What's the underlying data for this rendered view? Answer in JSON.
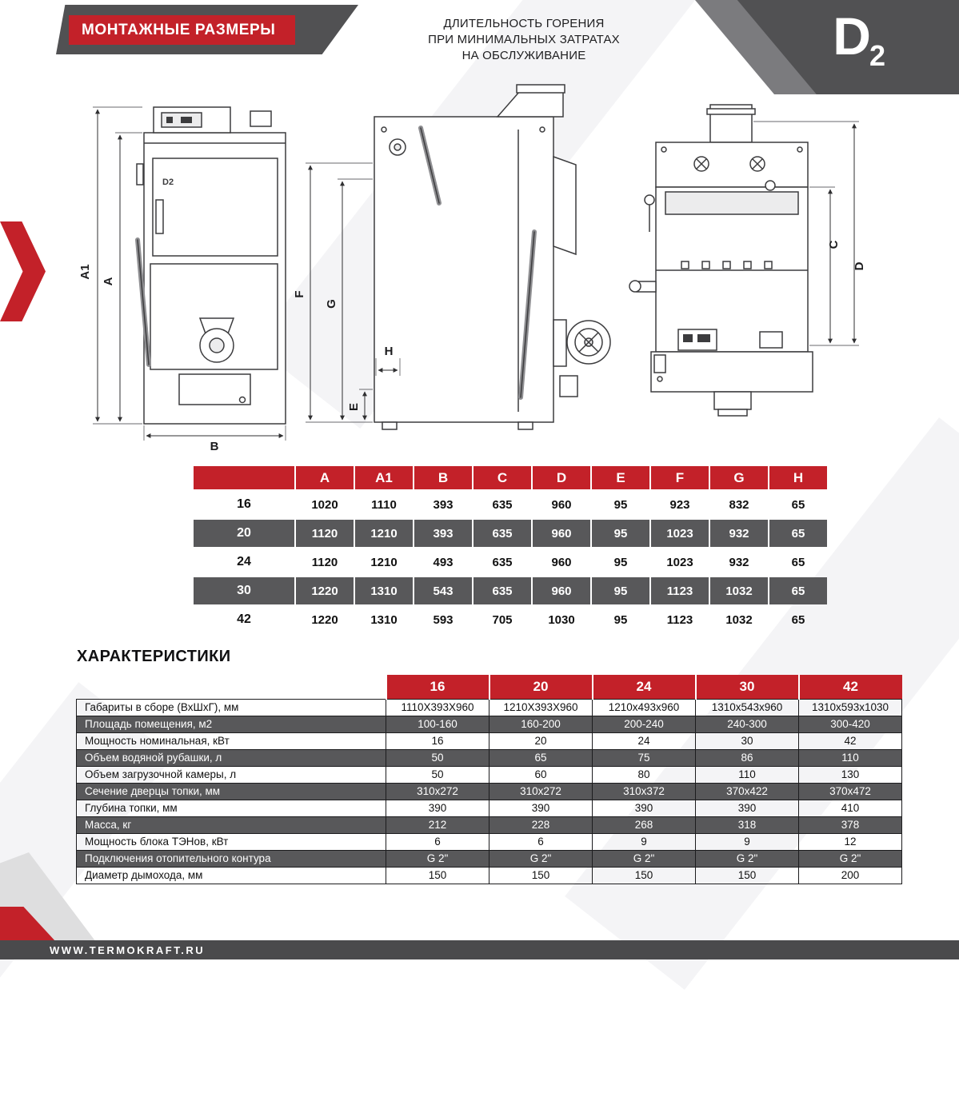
{
  "colors": {
    "red": "#c32129",
    "dark": "#515153",
    "row-gray": "#58585a",
    "footer": "#4a4a4c"
  },
  "header": {
    "title": "МОНТАЖНЫЕ РАЗМЕРЫ",
    "subtitle_line1": "ДЛИТЕЛЬНОСТЬ ГОРЕНИЯ",
    "subtitle_line2": "ПРИ МИНИМАЛЬНЫХ ЗАТРАТАХ",
    "subtitle_line3": "НА ОБСЛУЖИВАНИЕ",
    "logo_main": "D",
    "logo_sub": "2"
  },
  "drawing": {
    "front_mark": "D2",
    "labels": {
      "a": "A",
      "a1": "A1",
      "b": "B",
      "c": "C",
      "d": "D",
      "e": "E",
      "f": "F",
      "g": "G",
      "h": "H"
    }
  },
  "dim_table": {
    "columns": [
      "A",
      "A1",
      "B",
      "C",
      "D",
      "E",
      "F",
      "G",
      "H"
    ],
    "rows": [
      {
        "model": "16",
        "values": [
          "1020",
          "1110",
          "393",
          "635",
          "960",
          "95",
          "923",
          "832",
          "65"
        ]
      },
      {
        "model": "20",
        "values": [
          "1120",
          "1210",
          "393",
          "635",
          "960",
          "95",
          "1023",
          "932",
          "65"
        ]
      },
      {
        "model": "24",
        "values": [
          "1120",
          "1210",
          "493",
          "635",
          "960",
          "95",
          "1023",
          "932",
          "65"
        ]
      },
      {
        "model": "30",
        "values": [
          "1220",
          "1310",
          "543",
          "635",
          "960",
          "95",
          "1123",
          "1032",
          "65"
        ]
      },
      {
        "model": "42",
        "values": [
          "1220",
          "1310",
          "593",
          "705",
          "1030",
          "95",
          "1123",
          "1032",
          "65"
        ]
      }
    ]
  },
  "specs": {
    "title": "ХАРАКТЕРИСТИКИ",
    "models": [
      "16",
      "20",
      "24",
      "30",
      "42"
    ],
    "rows": [
      {
        "label": "Габариты в сборе (ВхШхГ), мм",
        "values": [
          "1110Х393Х960",
          "1210Х393Х960",
          "1210х493х960",
          "1310х543х960",
          "1310х593х1030"
        ]
      },
      {
        "label": "Площадь помещения, м2",
        "values": [
          "100-160",
          "160-200",
          "200-240",
          "240-300",
          "300-420"
        ]
      },
      {
        "label": "Мощность номинальная, кВт",
        "values": [
          "16",
          "20",
          "24",
          "30",
          "42"
        ]
      },
      {
        "label": "Объем водяной рубашки, л",
        "values": [
          "50",
          "65",
          "75",
          "86",
          "110"
        ]
      },
      {
        "label": "Объем загрузочной камеры, л",
        "values": [
          "50",
          "60",
          "80",
          "110",
          "130"
        ]
      },
      {
        "label": "Сечение дверцы топки, мм",
        "values": [
          "310х272",
          "310х272",
          "310х372",
          "370х422",
          "370х472"
        ]
      },
      {
        "label": "Глубина топки, мм",
        "values": [
          "390",
          "390",
          "390",
          "390",
          "410"
        ]
      },
      {
        "label": "Масса, кг",
        "values": [
          "212",
          "228",
          "268",
          "318",
          "378"
        ]
      },
      {
        "label": "Мощность блока ТЭНов, кВт",
        "values": [
          "6",
          "6",
          "9",
          "9",
          "12"
        ]
      },
      {
        "label": "Подключения отопительного контура",
        "values": [
          "G 2\"",
          "G 2\"",
          "G 2\"",
          "G 2\"",
          "G 2\""
        ]
      },
      {
        "label": "Диаметр дымохода, мм",
        "values": [
          "150",
          "150",
          "150",
          "150",
          "200"
        ]
      }
    ]
  },
  "footer": {
    "url": "WWW.TERMOKRAFT.RU"
  }
}
